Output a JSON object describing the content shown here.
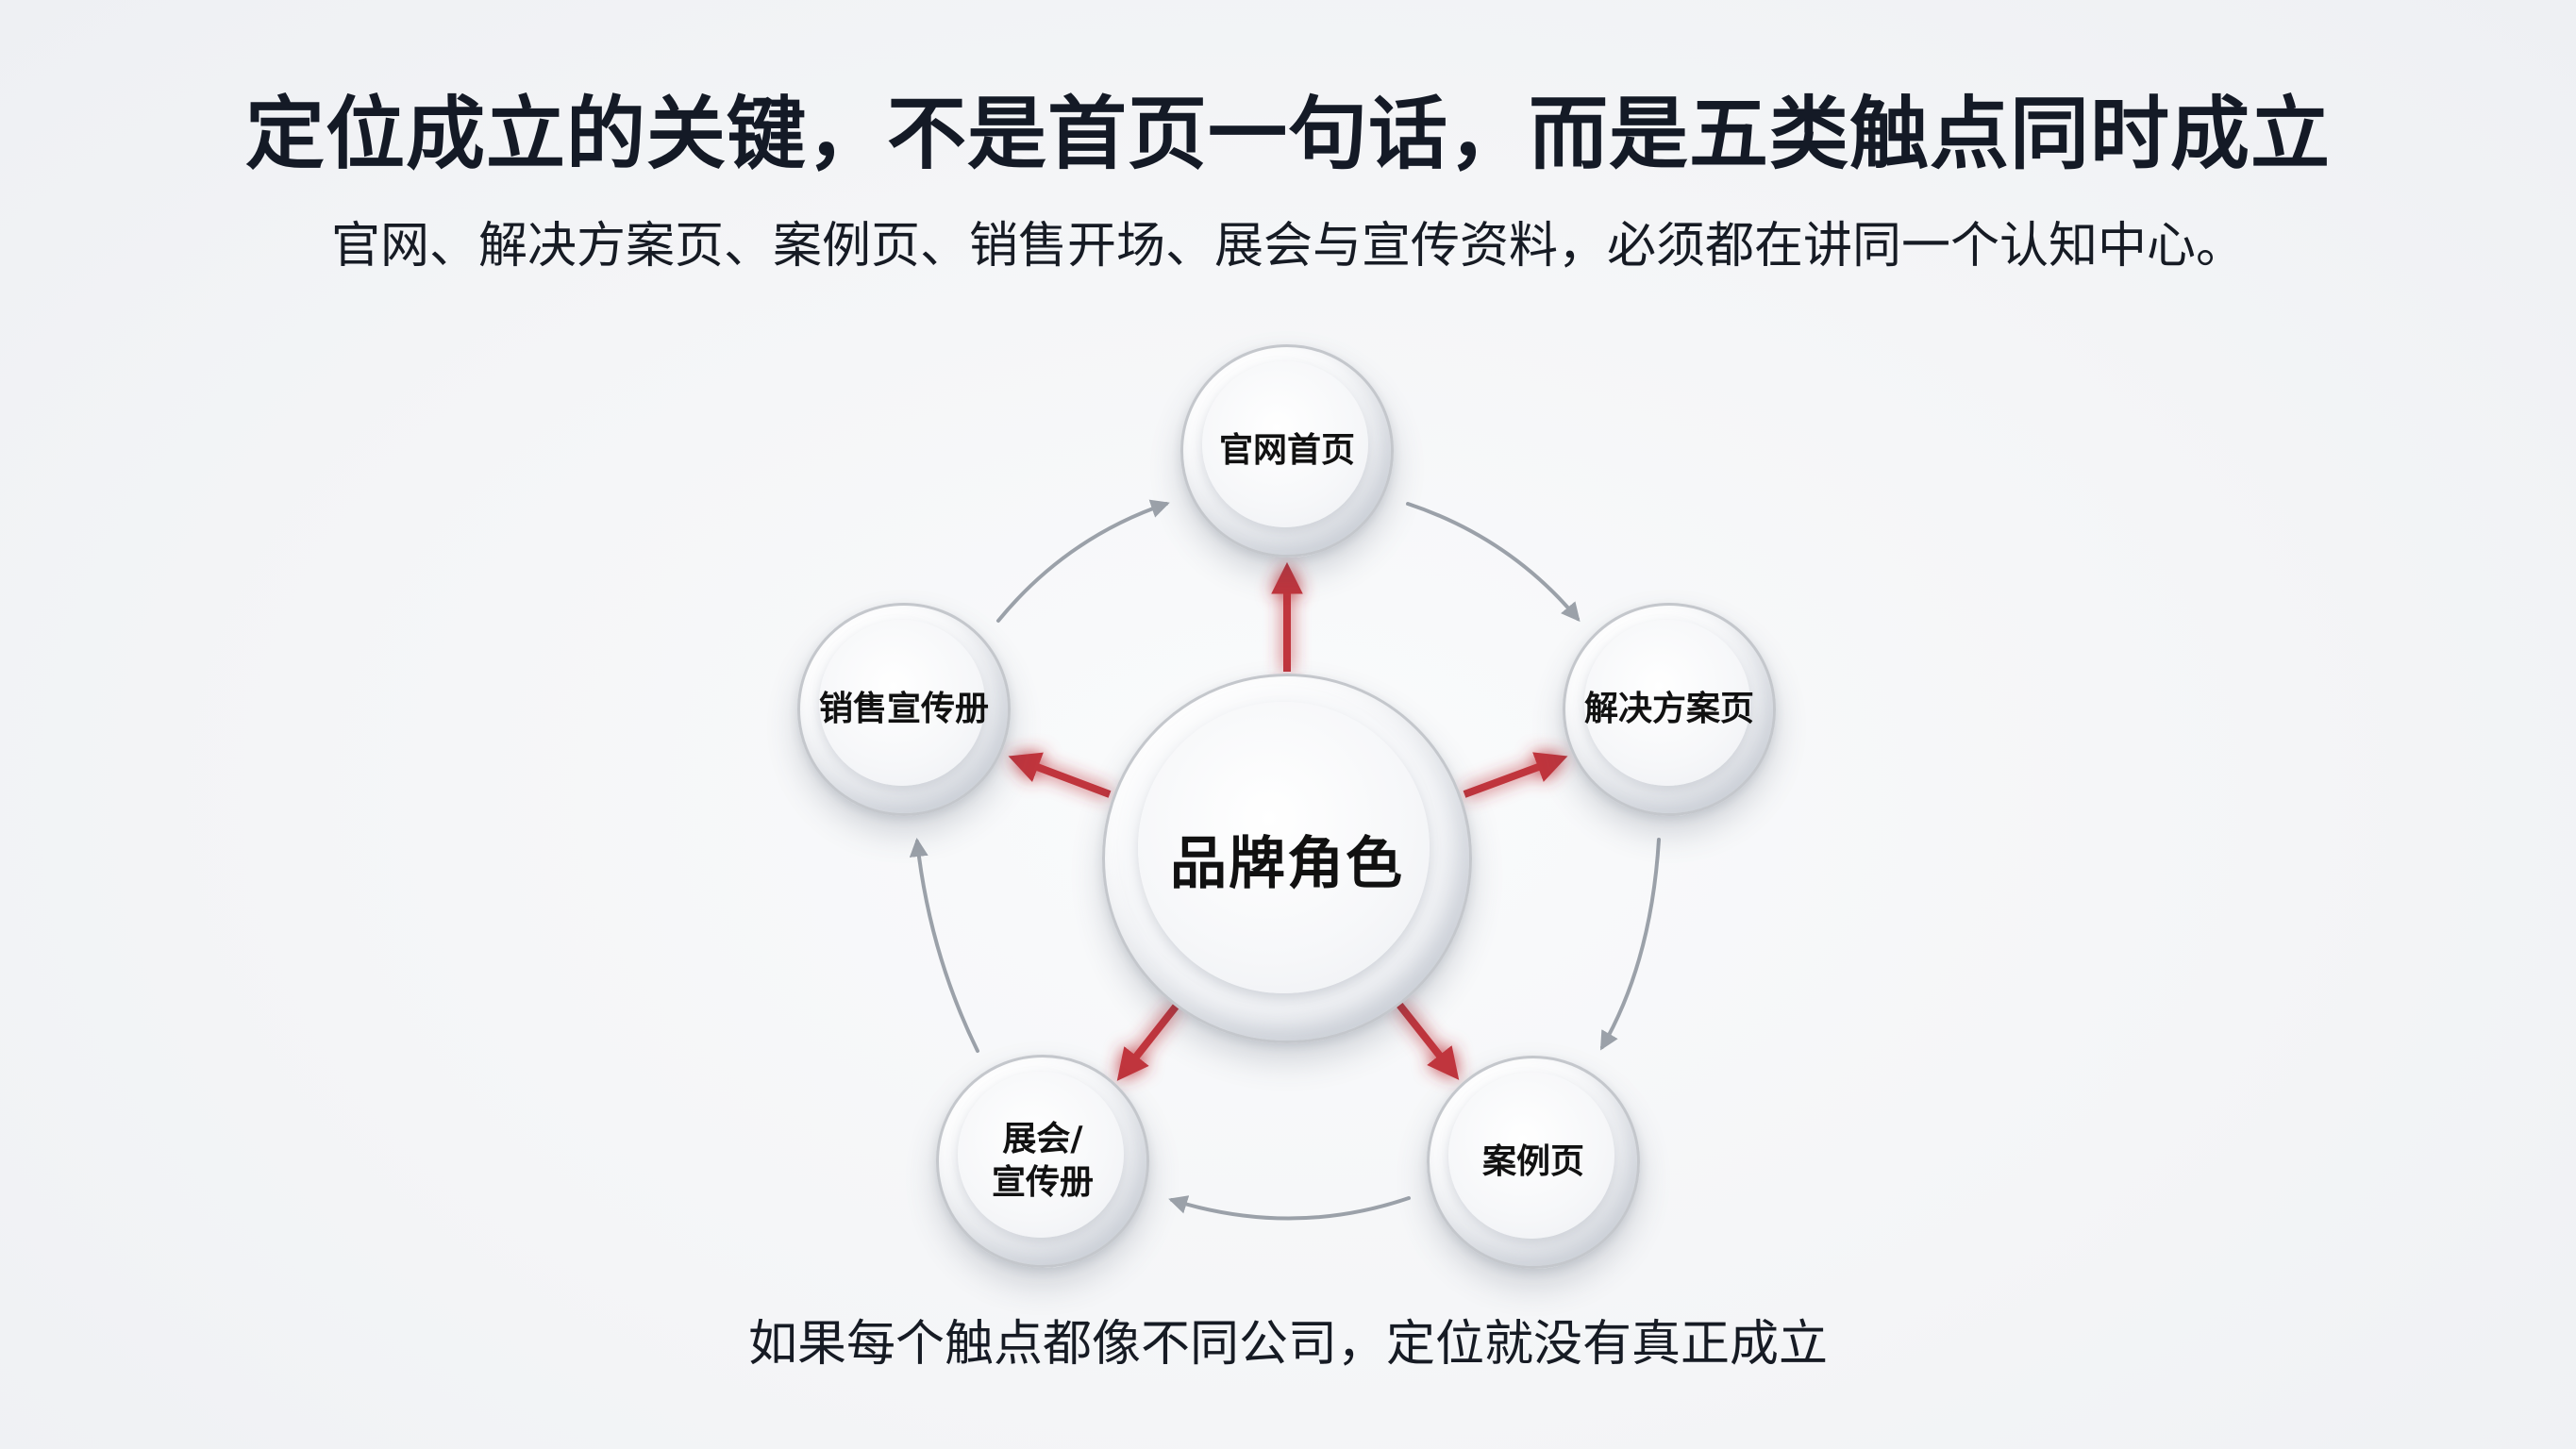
{
  "header": {
    "title": "定位成立的关键，不是首页一句话，而是五类触点同时成立",
    "subtitle": "官网、解决方案页、案例页、销售开场、展会与宣传资料，必须都在讲同一个认知中心。"
  },
  "diagram": {
    "center": {
      "label": "品牌角色"
    },
    "nodes": [
      {
        "id": "top",
        "label": "官网首页"
      },
      {
        "id": "right",
        "label": "解决方案页"
      },
      {
        "id": "bottom_right",
        "label": "案例页"
      },
      {
        "id": "bottom_left",
        "label_line1": "展会/",
        "label_line2": "宣传册"
      },
      {
        "id": "left",
        "label": "销售宣传册"
      }
    ],
    "cycle_order": [
      "官网首页",
      "解决方案页",
      "案例页",
      "展会/宣传册",
      "销售宣传册"
    ],
    "colors": {
      "radial_arrow": "#c0353c",
      "radial_glow": "#ff3b3b",
      "cycle_arrow": "#9ba1a9",
      "node_border": "#c4c7cc",
      "text": "#141a26"
    }
  },
  "footer": {
    "caption": "如果每个触点都像不同公司，定位就没有真正成立"
  }
}
